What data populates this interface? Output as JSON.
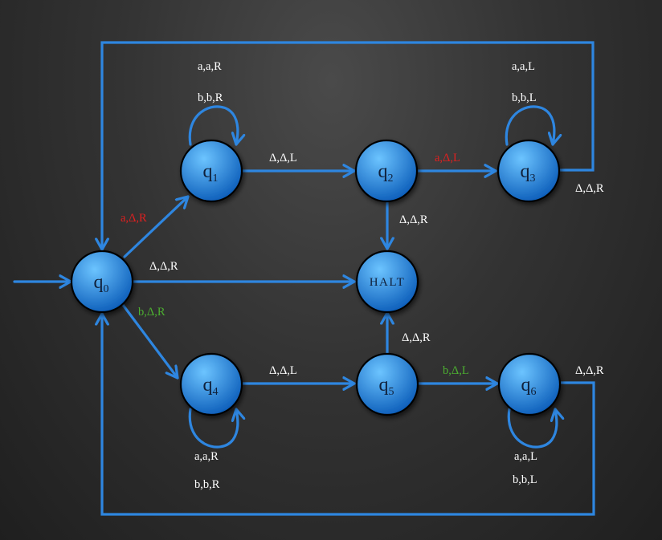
{
  "colors": {
    "edge": "#2e86e0",
    "node_fill_light": "#6cc4ff",
    "node_fill_dark": "#0a5bb8",
    "label_default": "#ffffff",
    "label_red": "#e02020",
    "label_green": "#4caf30"
  },
  "states": {
    "q0": {
      "main": "q",
      "sub": "0"
    },
    "q1": {
      "main": "q",
      "sub": "1"
    },
    "q2": {
      "main": "q",
      "sub": "2"
    },
    "q3": {
      "main": "q",
      "sub": "3"
    },
    "q4": {
      "main": "q",
      "sub": "4"
    },
    "q5": {
      "main": "q",
      "sub": "5"
    },
    "q6": {
      "main": "q",
      "sub": "6"
    },
    "halt": "HALT"
  },
  "transitions": {
    "q1_loop_1": "a,a,R",
    "q1_loop_2": "b,b,R",
    "q3_loop_1": "a,a,L",
    "q3_loop_2": "b,b,L",
    "q4_loop_1": "a,a,R",
    "q4_loop_2": "b,b,R",
    "q6_loop_1": "a,a,L",
    "q6_loop_2": "b,b,L",
    "q1_q2": "Δ,Δ,L",
    "q2_q3": "a,Δ,L",
    "q3_q0": "Δ,Δ,R",
    "q2_halt": "Δ,Δ,R",
    "q0_q1": "a,Δ,R",
    "q0_halt": "Δ,Δ,R",
    "q0_q4": "b,Δ,R",
    "q5_halt": "Δ,Δ,R",
    "q4_q5": "Δ,Δ,L",
    "q5_q6": "b,Δ,L",
    "q6_q0": "Δ,Δ,R"
  }
}
